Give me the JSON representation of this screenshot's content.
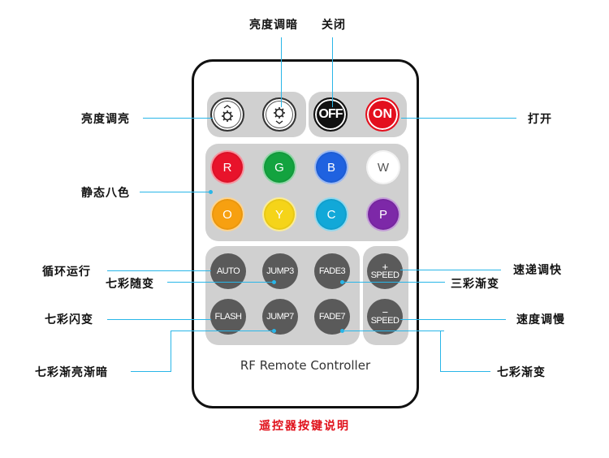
{
  "remote": {
    "title": "RF Remote Controller",
    "power": {
      "off": "OFF",
      "on": "ON",
      "off_color": "#111111",
      "on_color": "#e3101e"
    },
    "colors": [
      {
        "label": "R",
        "color": "#e8132b"
      },
      {
        "label": "G",
        "color": "#13a33f"
      },
      {
        "label": "B",
        "color": "#1f62e0"
      },
      {
        "label": "W",
        "color": "#ffffff"
      },
      {
        "label": "O",
        "color": "#f7a010"
      },
      {
        "label": "Y",
        "color": "#f5d419"
      },
      {
        "label": "C",
        "color": "#12a8d8"
      },
      {
        "label": "P",
        "color": "#7d28a8"
      }
    ],
    "modes": [
      "AUTO",
      "JUMP3",
      "FADE3",
      "FLASH",
      "JUMP7",
      "FADE7"
    ],
    "speed_up": {
      "sign": "+",
      "label": "SPEED"
    },
    "speed_down": {
      "sign": "−",
      "label": "SPEED"
    }
  },
  "labels": {
    "brightness_down": "亮度调暗",
    "off": "关闭",
    "brightness_up": "亮度调亮",
    "on": "打开",
    "static_colors": "静态八色",
    "auto": "循环运行",
    "jump3": "七彩随变",
    "speed_up": "速递调快",
    "fade3": "三彩渐变",
    "flash": "七彩闪变",
    "speed_down": "速度调慢",
    "jump7": "七彩渐亮渐暗",
    "fade7": "七彩渐变"
  },
  "caption": "遥控器按键说明",
  "accent_line_color": "#29b6e8"
}
